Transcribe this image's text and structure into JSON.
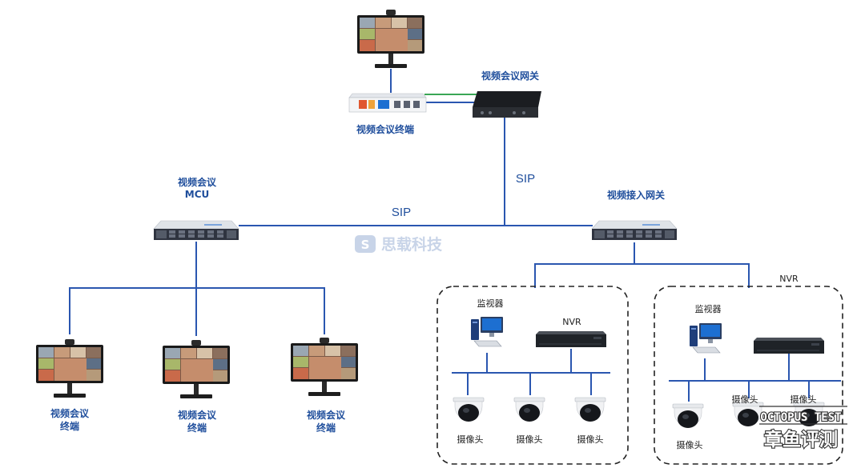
{
  "labels": {
    "gateway": "视频会议网关",
    "top_terminal": "视频会议终端",
    "mcu_line1": "视频会议",
    "mcu_line2": "MCU",
    "access_gateway": "视频接入网关",
    "sip_vertical": "SIP",
    "sip_horizontal": "SIP",
    "terminal_line1": "视频会议",
    "terminal_line2": "终端",
    "monitor": "监视器",
    "nvr": "NVR",
    "camera": "摄像头"
  },
  "terminals": [
    {
      "line1": "视频会议",
      "line2": "终端"
    },
    {
      "line1": "视频会议",
      "line2": "终端"
    },
    {
      "line1": "视频会议",
      "line2": "终端"
    }
  ],
  "watermark": "思载科技",
  "brand": {
    "line1": "OCTOPUS TEST",
    "line2": "章鱼评测"
  },
  "colors": {
    "link_blue": "#2a56b0",
    "link_green": "#3aa655",
    "label_blue": "#1f4e9c",
    "server_body": "#eef0f3",
    "server_face": "#2f3440"
  }
}
